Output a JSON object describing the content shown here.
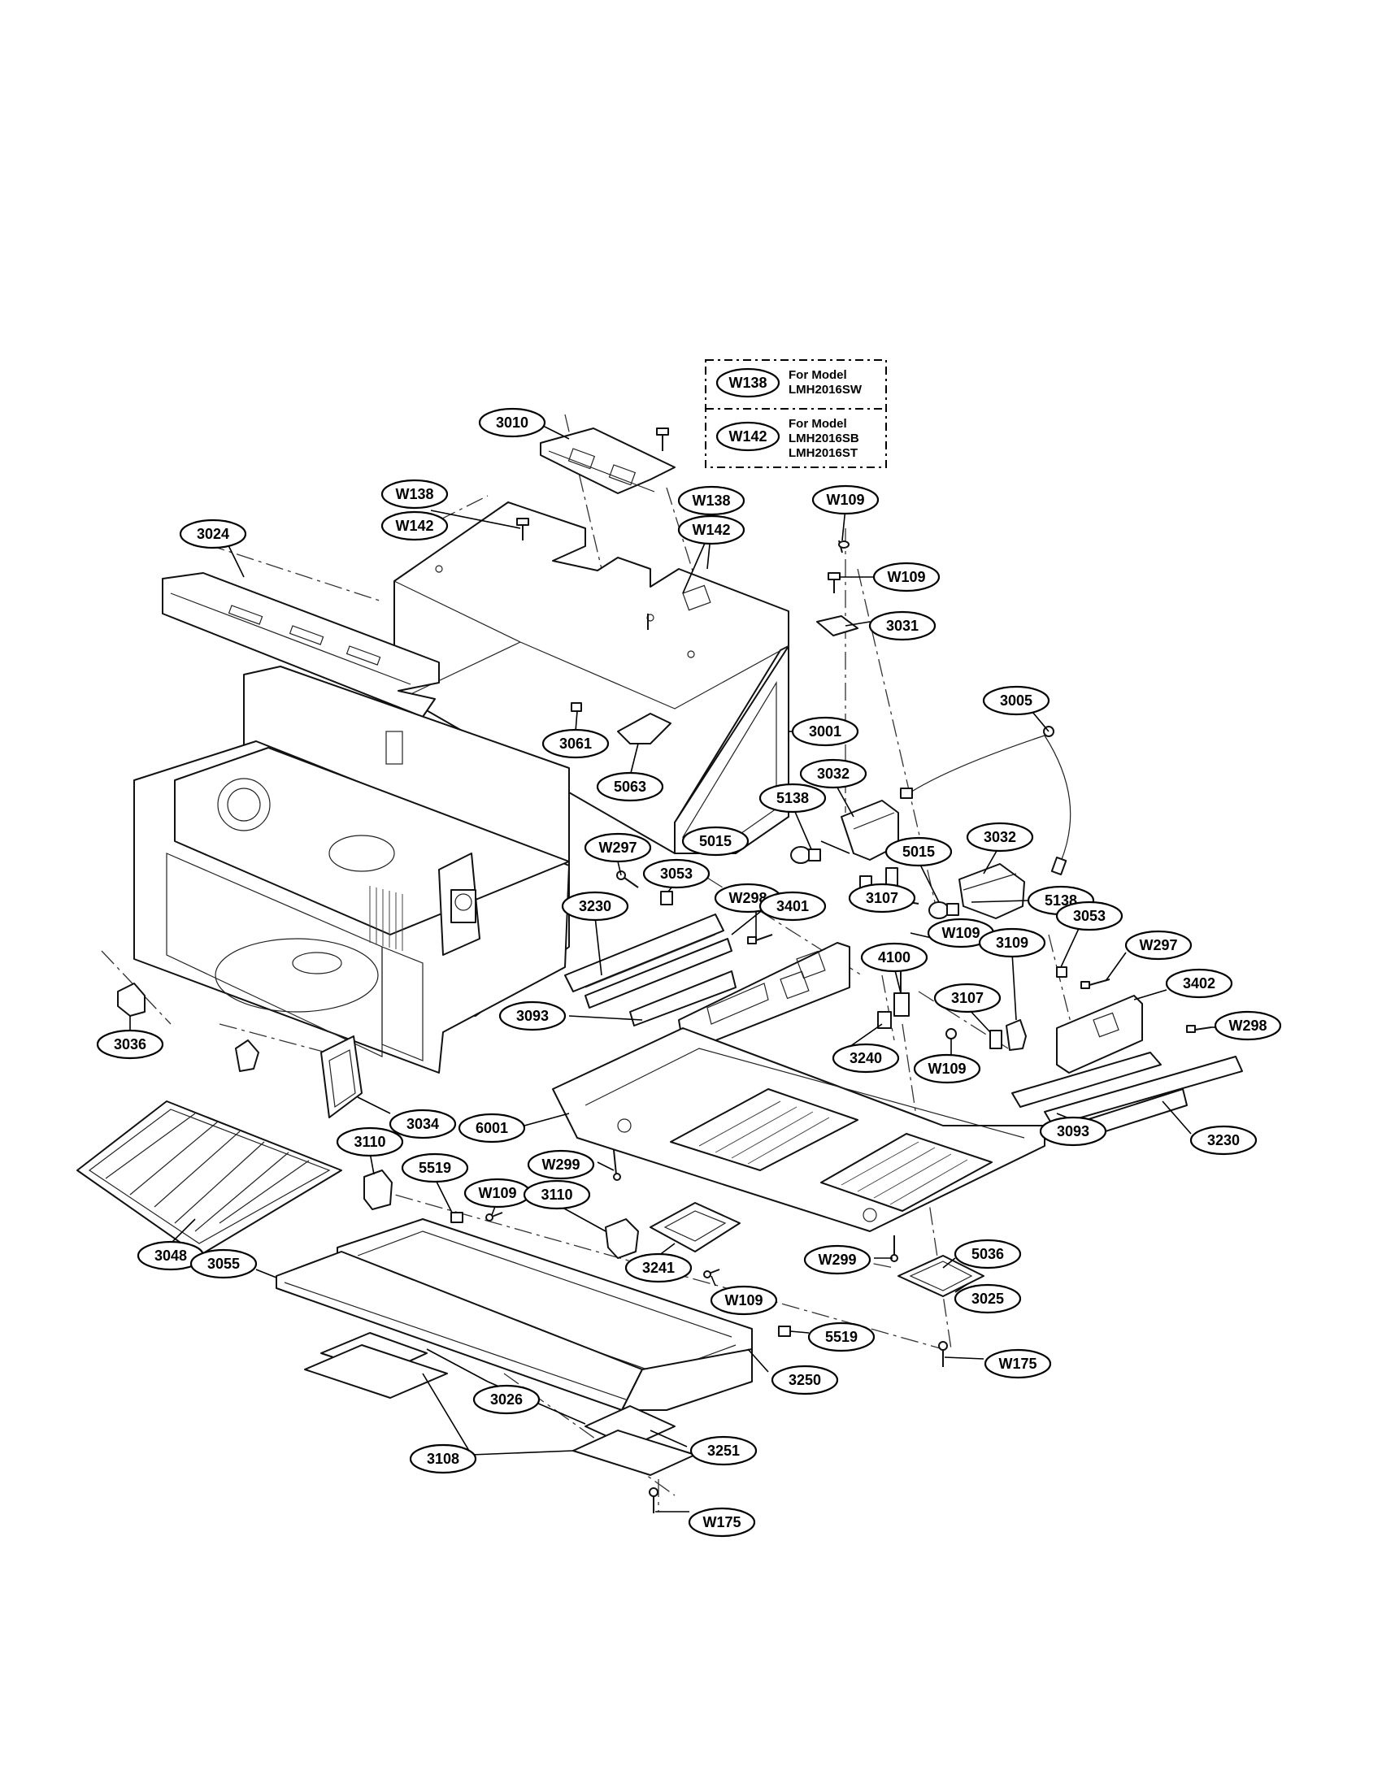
{
  "legend": {
    "rows": [
      {
        "code": "W138",
        "lines": [
          "For Model",
          "LMH2016SW"
        ]
      },
      {
        "code": "W142",
        "lines": [
          "For Model",
          "LMH2016SB",
          "LMH2016ST"
        ]
      }
    ]
  },
  "callouts": [
    {
      "id": "3010",
      "text": "3010"
    },
    {
      "id": "W138a",
      "text": "W138"
    },
    {
      "id": "W142a",
      "text": "W142"
    },
    {
      "id": "W138b",
      "text": "W138"
    },
    {
      "id": "W142b",
      "text": "W142"
    },
    {
      "id": "W109a",
      "text": "W109"
    },
    {
      "id": "W109b",
      "text": "W109"
    },
    {
      "id": "3031",
      "text": "3031"
    },
    {
      "id": "3024",
      "text": "3024"
    },
    {
      "id": "3001",
      "text": "3001"
    },
    {
      "id": "3061",
      "text": "3061"
    },
    {
      "id": "5063",
      "text": "5063"
    },
    {
      "id": "3005",
      "text": "3005"
    },
    {
      "id": "3032a",
      "text": "3032"
    },
    {
      "id": "5138a",
      "text": "5138"
    },
    {
      "id": "5015a",
      "text": "5015"
    },
    {
      "id": "5015b",
      "text": "5015"
    },
    {
      "id": "3032b",
      "text": "3032"
    },
    {
      "id": "5138b",
      "text": "5138"
    },
    {
      "id": "W297a",
      "text": "W297"
    },
    {
      "id": "3053a",
      "text": "3053"
    },
    {
      "id": "W298a",
      "text": "W298"
    },
    {
      "id": "3401",
      "text": "3401"
    },
    {
      "id": "3107a",
      "text": "3107"
    },
    {
      "id": "W109c",
      "text": "W109"
    },
    {
      "id": "3109",
      "text": "3109"
    },
    {
      "id": "3053b",
      "text": "3053"
    },
    {
      "id": "W297b",
      "text": "W297"
    },
    {
      "id": "3230a",
      "text": "3230"
    },
    {
      "id": "4100",
      "text": "4100"
    },
    {
      "id": "3402",
      "text": "3402"
    },
    {
      "id": "3107b",
      "text": "3107"
    },
    {
      "id": "W298b",
      "text": "W298"
    },
    {
      "id": "3093a",
      "text": "3093"
    },
    {
      "id": "3240",
      "text": "3240"
    },
    {
      "id": "W109d",
      "text": "W109"
    },
    {
      "id": "3036",
      "text": "3036"
    },
    {
      "id": "3034",
      "text": "3034"
    },
    {
      "id": "6001",
      "text": "6001"
    },
    {
      "id": "3230b",
      "text": "3230"
    },
    {
      "id": "3093b",
      "text": "3093"
    },
    {
      "id": "3110a",
      "text": "3110"
    },
    {
      "id": "W299a",
      "text": "W299"
    },
    {
      "id": "5519a",
      "text": "5519"
    },
    {
      "id": "W109e",
      "text": "W109"
    },
    {
      "id": "3110b",
      "text": "3110"
    },
    {
      "id": "3048",
      "text": "3048"
    },
    {
      "id": "W299b",
      "text": "W299"
    },
    {
      "id": "5036",
      "text": "5036"
    },
    {
      "id": "3241",
      "text": "3241"
    },
    {
      "id": "3055",
      "text": "3055"
    },
    {
      "id": "W109f",
      "text": "W109"
    },
    {
      "id": "3025",
      "text": "3025"
    },
    {
      "id": "5519b",
      "text": "5519"
    },
    {
      "id": "W175a",
      "text": "W175"
    },
    {
      "id": "3250",
      "text": "3250"
    },
    {
      "id": "3026",
      "text": "3026"
    },
    {
      "id": "3251",
      "text": "3251"
    },
    {
      "id": "3108",
      "text": "3108"
    },
    {
      "id": "W175b",
      "text": "W175"
    }
  ]
}
